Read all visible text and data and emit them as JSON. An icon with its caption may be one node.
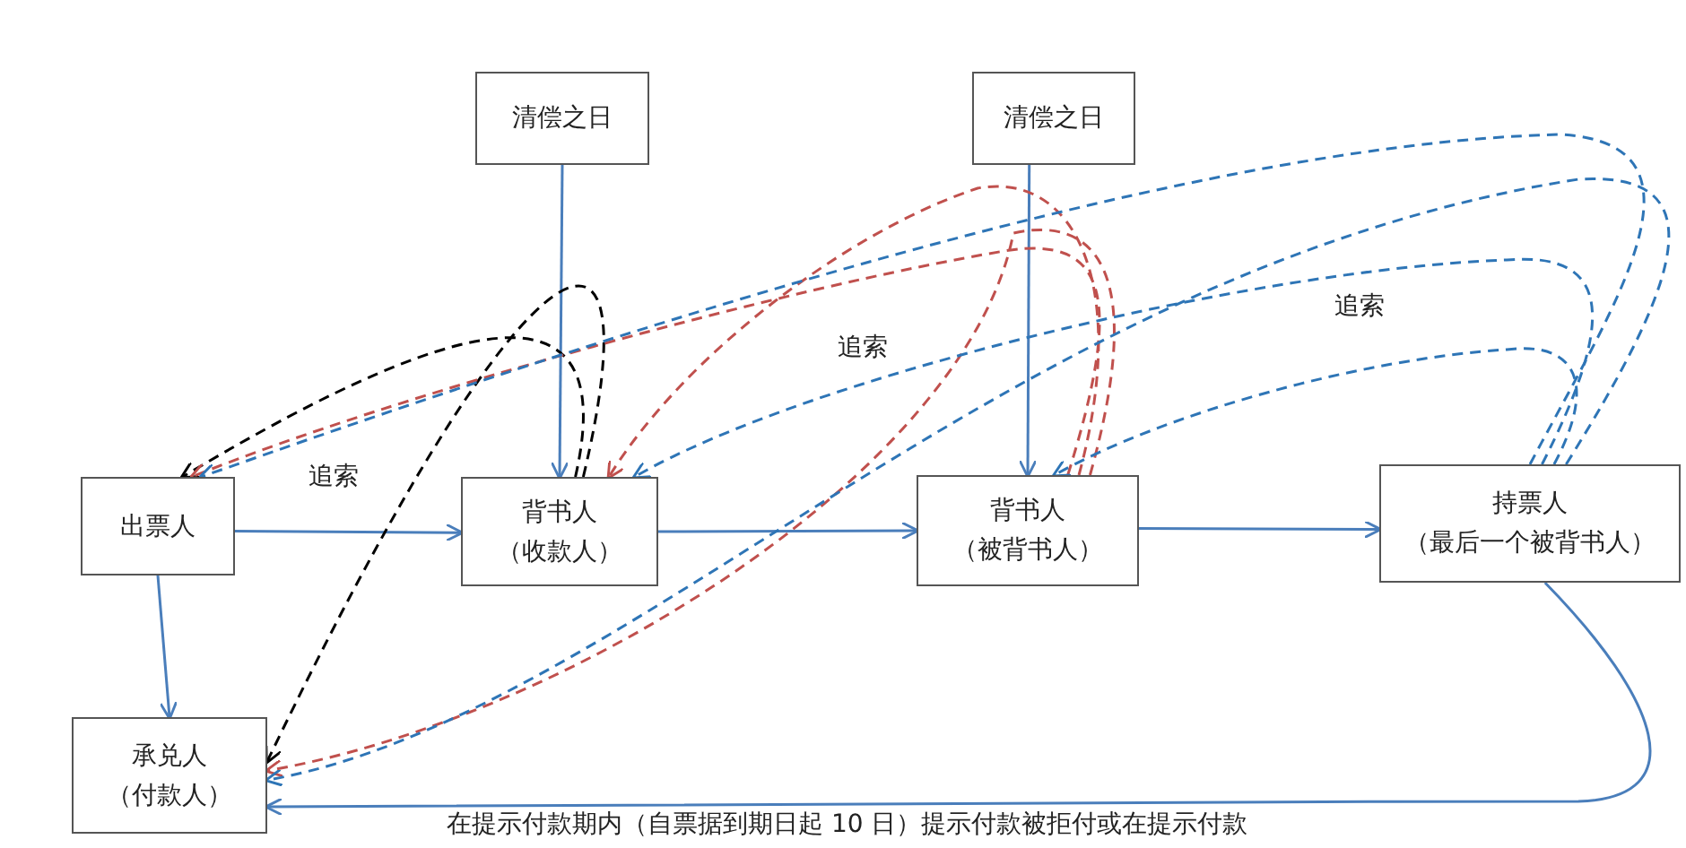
{
  "diagram": {
    "nodes": [
      {
        "text": [
          "清偿之日"
        ]
      },
      {
        "text": [
          "清偿之日"
        ]
      },
      {
        "text": [
          "出票人"
        ]
      },
      {
        "text": [
          "背书人",
          "（收款人）"
        ]
      },
      {
        "text": [
          "背书人",
          "（被背书人）"
        ]
      },
      {
        "text": [
          "持票人",
          "（最后一个被背书人）"
        ]
      },
      {
        "text": [
          "承兑人",
          "（付款人）"
        ]
      }
    ],
    "edges": [
      {
        "from": 0,
        "to": 3,
        "arrow": "to"
      },
      {
        "from": 1,
        "to": 4,
        "arrow": "to"
      },
      {
        "from": 2,
        "to": 3,
        "arrow": "to"
      },
      {
        "from": 3,
        "to": 4,
        "arrow": "to"
      },
      {
        "from": 4,
        "to": 5,
        "arrow": "to"
      },
      {
        "from": 2,
        "to": 6,
        "arrow": "to"
      },
      {
        "from": 5,
        "to": 6,
        "arrow": "to",
        "label": "在提示付款期内（自票据到期日起 10 日）提示付款被拒付或在提示付款"
      },
      {
        "from": 3,
        "to": 2,
        "arrow": "to",
        "style": "dashed",
        "color": "#000000"
      },
      {
        "from": 3,
        "to": 6,
        "arrow": "to",
        "style": "dashed",
        "color": "#000000"
      },
      {
        "from": 4,
        "to": 2,
        "arrow": "to",
        "style": "dashed",
        "color": "#c0504d"
      },
      {
        "from": 4,
        "to": 3,
        "arrow": "to",
        "style": "dashed",
        "color": "#c0504d"
      },
      {
        "from": 4,
        "to": 6,
        "arrow": "to",
        "style": "dashed",
        "color": "#c0504d"
      },
      {
        "from": 5,
        "to": 2,
        "arrow": "to",
        "style": "dashed",
        "color": "#2e75b6"
      },
      {
        "from": 5,
        "to": 3,
        "arrow": "to",
        "style": "dashed",
        "color": "#2e75b6"
      },
      {
        "from": 5,
        "to": 4,
        "arrow": "to",
        "style": "dashed",
        "color": "#2e75b6"
      },
      {
        "from": 5,
        "to": 6,
        "arrow": "to",
        "style": "dashed",
        "color": "#2e75b6"
      }
    ],
    "labels": [
      "追索",
      "追索",
      "追索"
    ]
  }
}
